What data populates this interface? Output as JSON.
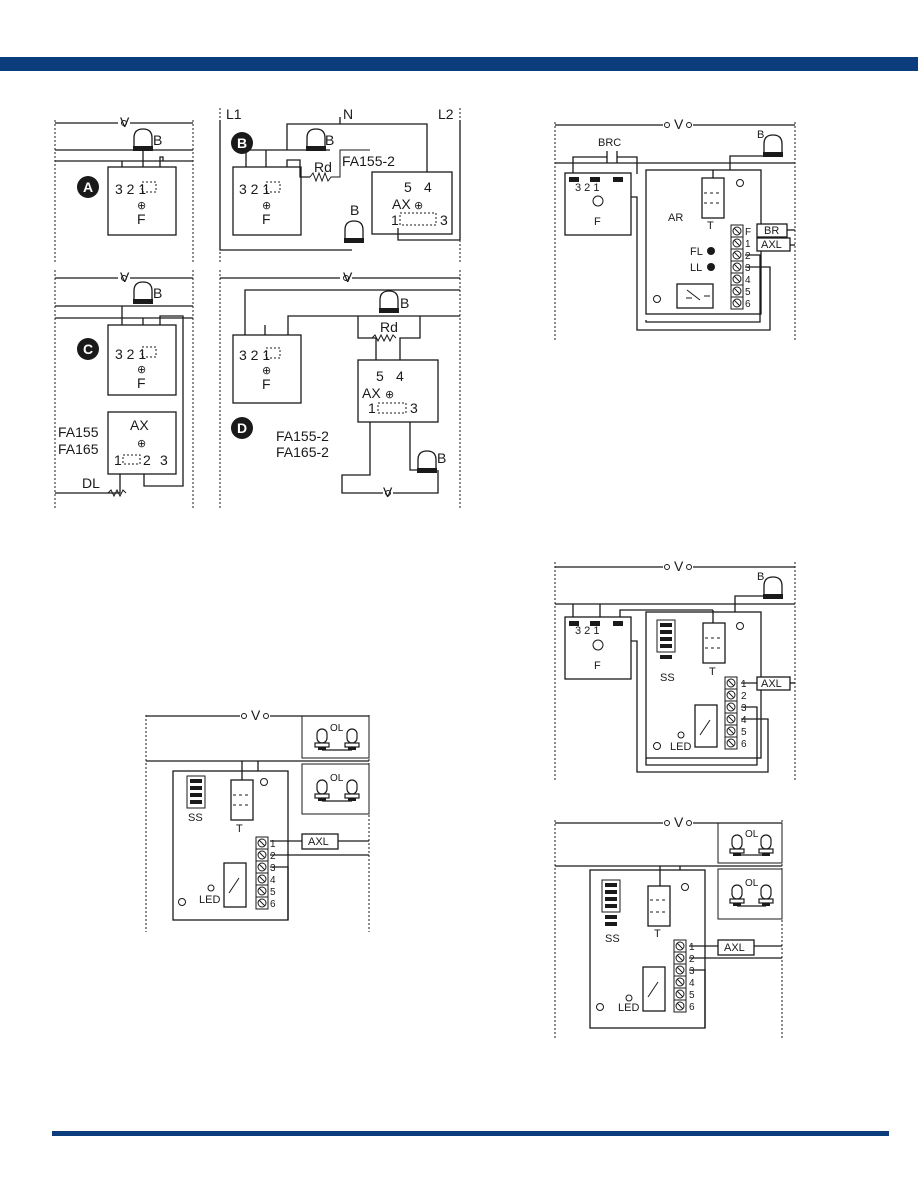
{
  "colors": {
    "accent_band": "#0b3c7b",
    "ink": "#1a1a1a"
  },
  "labels": {
    "V": "V",
    "B": "B",
    "F": "F",
    "L1": "L1",
    "L2": "L2",
    "N": "N",
    "Rd": "Rd",
    "AX": "AX",
    "DL": "DL",
    "T": "T",
    "SS": "SS",
    "LED": "LED",
    "AXL": "AXL",
    "BR": "BR",
    "BRC": "BRC",
    "AR": "AR",
    "FL": "FL",
    "LL": "LL",
    "OL": "OL",
    "fa155_2": "FA155-2",
    "fa155": "FA155",
    "fa165": "FA165",
    "fa165_2": "FA165-2",
    "n1": "1",
    "n2": "2",
    "n3": "3",
    "n4": "4",
    "n5": "5",
    "n6": "6",
    "terminals_f": "3 2 1",
    "badge_a": "A",
    "badge_b": "B",
    "badge_c": "C",
    "badge_d": "D"
  }
}
